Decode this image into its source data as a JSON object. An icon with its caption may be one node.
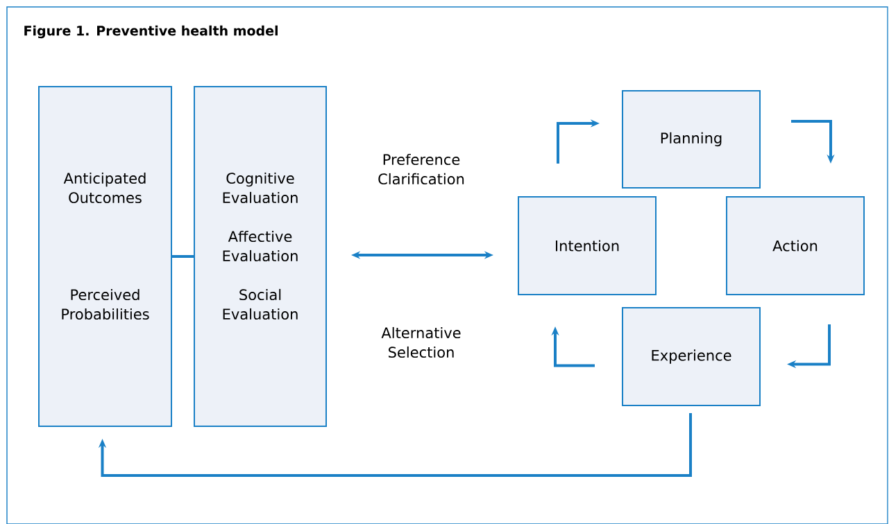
{
  "diagram": {
    "title": "Figure 1. Preventive health model",
    "nodes": [
      {
        "text": [
          "Anticipated Outcomes",
          "Perceived Probabilities"
        ]
      },
      {
        "text": [
          "Cognitive Evaluation",
          "Affective Evaluation",
          "Social Evaluation"
        ]
      },
      {
        "text": [
          "Planning"
        ]
      },
      {
        "text": [
          "Intention"
        ]
      },
      {
        "text": [
          "Action"
        ]
      },
      {
        "text": [
          "Experience"
        ]
      }
    ],
    "edges": [
      {
        "from": 0,
        "to": 1,
        "arrow": "none"
      },
      {
        "from": 1,
        "to": 3,
        "arrow": "both"
      },
      {
        "from": 3,
        "to": 2,
        "arrow": "to"
      },
      {
        "from": 2,
        "to": 4,
        "arrow": "to"
      },
      {
        "from": 4,
        "to": 5,
        "arrow": "to"
      },
      {
        "from": 5,
        "to": 3,
        "arrow": "to"
      },
      {
        "from": 5,
        "to": 0,
        "arrow": "to"
      }
    ],
    "labels": [
      "Preference Clarification",
      "Alternative Selection"
    ]
  }
}
